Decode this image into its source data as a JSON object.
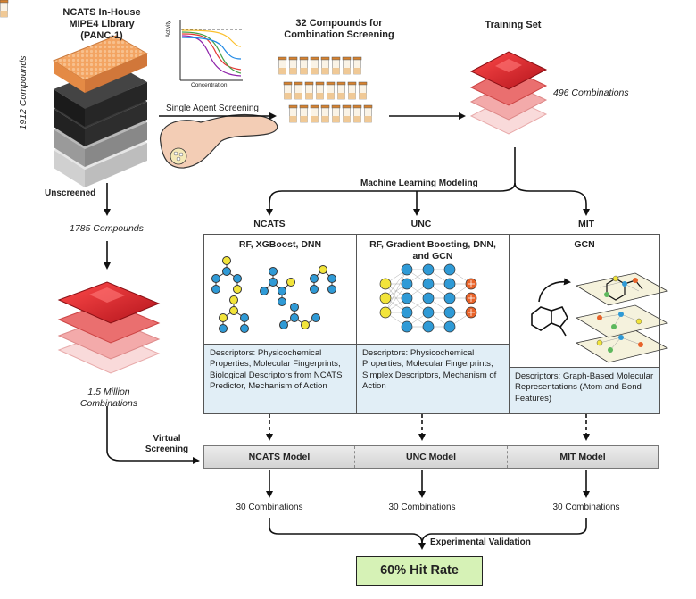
{
  "library": {
    "title": "NCATS In-House MIPE4 Library (PANC-1)",
    "count_label": "1912 Compounds"
  },
  "curve_plot": {
    "ylabel": "Activity",
    "xlabel": "Concentration"
  },
  "compounds32": {
    "title": "32 Compounds for Combination Screening"
  },
  "single_agent_label": "Single Agent Screening",
  "training": {
    "title": "Training Set",
    "count_label": "496 Combinations"
  },
  "unscreened_label": "Unscreened",
  "compounds1785_label": "1785 Compounds",
  "million_label": "1.5 Million Combinations",
  "ml_label": "Machine Learning Modeling",
  "virtual_screening_label": "Virtual Screening",
  "groups": [
    {
      "name": "NCATS",
      "methods": "RF, XGBoost, DNN",
      "descriptors": "Descriptors: Physicochemical Properties, Molecular Fingerprints, Biological Descriptors from NCATS Predictor, Mechanism of Action",
      "model": "NCATS Model",
      "combinations": "30 Combinations"
    },
    {
      "name": "UNC",
      "methods": "RF, Gradient Boosting, DNN, and GCN",
      "descriptors": "Descriptors: Physicochemical Properties, Molecular Fingerprints, Simplex Descriptors, Mechanism of Action",
      "model": "UNC Model",
      "combinations": "30 Combinations"
    },
    {
      "name": "MIT",
      "methods": "GCN",
      "descriptors": "Descriptors: Graph-Based Molecular Representations (Atom and Bond Features)",
      "model": "MIT Model",
      "combinations": "30 Combinations"
    }
  ],
  "validation_label": "Experimental Validation",
  "hit_rate": "60% Hit Rate",
  "colors": {
    "plate_orange": "#f2a66a",
    "heatmap_red": "#d9232b",
    "descriptor_bg": "#e1eef6",
    "hit_bg": "#d6f2b6",
    "node_blue": "#2f9ad6",
    "node_yellow": "#f2e43a",
    "node_orange": "#e8632a"
  }
}
